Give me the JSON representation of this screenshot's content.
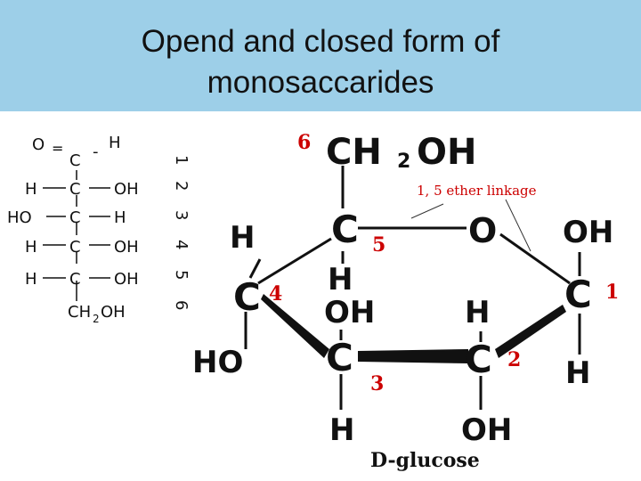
{
  "slide": {
    "title_line1": "Opend and closed form of",
    "title_line2": "monosaccarides",
    "title_bar_color": "#9dcfe8"
  },
  "open_chain": {
    "aldehyde": {
      "o": "O",
      "eq": "=",
      "c": "C",
      "dash": "-",
      "h": "H"
    },
    "rows": [
      {
        "left": "H",
        "c": "C",
        "right": "OH"
      },
      {
        "left": "HO",
        "c": "C",
        "right": "H"
      },
      {
        "left": "H",
        "c": "C",
        "right": "OH"
      },
      {
        "left": "H",
        "c": "C",
        "right": "OH"
      }
    ],
    "terminal": {
      "ch": "CH",
      "sub": "2",
      "oh": "OH"
    },
    "numbers": [
      "1",
      "2",
      "3",
      "4",
      "5",
      "6"
    ]
  },
  "ring": {
    "ch2oh": {
      "ch": "CH",
      "sub": "2",
      "oh": "OH"
    },
    "ring_oxygen": "O",
    "carbon": "C",
    "h": "H",
    "oh": "OH",
    "ho": "HO",
    "numbers": {
      "c1": "1",
      "c2": "2",
      "c3": "3",
      "c4": "4",
      "c5": "5",
      "c6": "6"
    },
    "linkage_label": "1, 5 ether linkage",
    "name": "D-glucose",
    "accent_color": "#cc0000"
  }
}
